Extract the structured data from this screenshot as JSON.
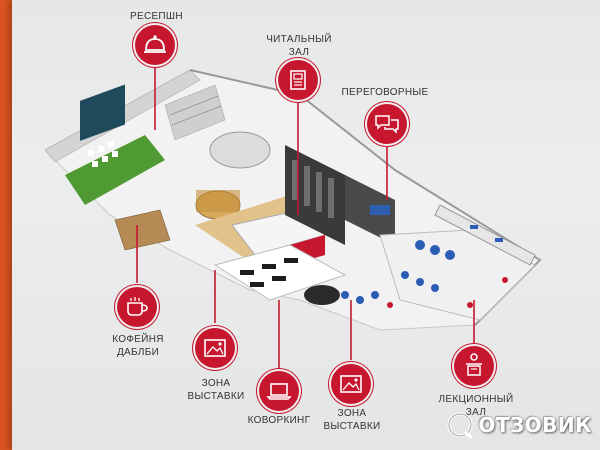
{
  "labels": {
    "reception": "РЕСЕПШН",
    "reading_line1": "ЧИТАЛЬНЫЙ",
    "reading_line2": "ЗАЛ",
    "meeting": "ПЕРЕГОВОРНЫЕ",
    "coffee_line1": "КОФЕЙНЯ",
    "coffee_line2": "ДАБЛБИ",
    "exhibit1_line1": "ЗОНА",
    "exhibit1_line2": "ВЫСТАВКИ",
    "coworking": "КОВОРКИНГ",
    "exhibit2_line1": "ЗОНА",
    "exhibit2_line2": "ВЫСТАВКИ",
    "lecture_line1": "ЛЕКЦИОННЫЙ",
    "lecture_line2": "ЗАЛ"
  },
  "watermark": {
    "text": "ОТЗОВИК"
  },
  "colors": {
    "pin": "#c6172f",
    "background": "#d9541e",
    "paper": "#e8eaea"
  }
}
